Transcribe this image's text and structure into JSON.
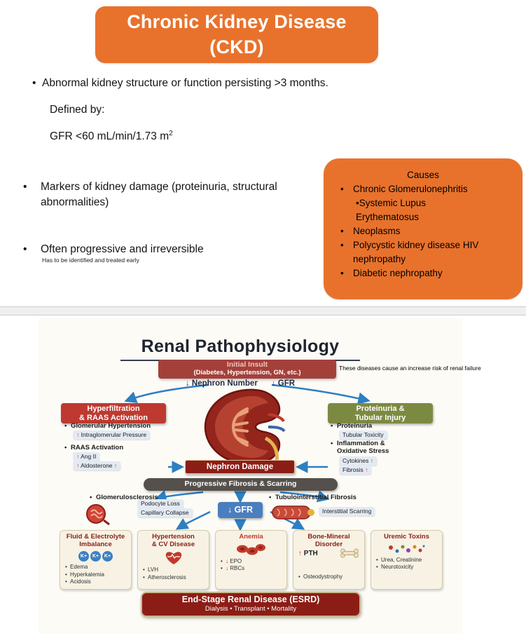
{
  "slide1": {
    "title": "Chronic Kidney Disease\n(CKD)",
    "bullet1": "Abnormal kidney structure or function persisting >3 months.",
    "defined_by": "Defined by:",
    "gfr_text": "GFR <60 mL/min/1.73 m",
    "gfr_sup": "2",
    "bullet2": "Markers of kidney damage (proteinuria, structural abnormalities)",
    "bullet3": "Often progressive and irreversible",
    "note": "Has to be identified and treated early",
    "causes": {
      "title": "Causes",
      "item1": "Chronic Glomerulonephritis",
      "item1_sub": "•Systemic Lupus\nErythematosus",
      "item2": "Neoplasms",
      "item3": "Polycystic kidney disease HIV\nnephropathy",
      "item4": "Diabetic nephropathy"
    }
  },
  "slide2": {
    "title": "Renal Pathophysiology",
    "annotation": "These diseases cause an increase risk of renal failure",
    "initial_l1": "Initial Insult",
    "initial_l2": "(Diabetes, Hypertension, GN, etc.)",
    "nephron_number": "↓ Nephron Number",
    "gfr_drop": "↓ GFR",
    "hyper_title": "Hyperfiltration\n& RAAS Activation",
    "hyper_item1": "Glomerular Hypertension",
    "hyper_sub1_arrow": "↑",
    "hyper_sub1_text": "Intraglomerular Pressure",
    "hyper_item2": "RAAS Activation",
    "hyper_sub2_arrow": "↑",
    "hyper_sub2_text": "Ang II",
    "hyper_sub3_arrow": "↑",
    "hyper_sub3_text": "Aldosterone",
    "hyper_sub3_arrow2": "↑",
    "prot_title": "Proteinuria &\nTubular Injury",
    "prot_item1": "Proteinuria",
    "prot_sub1_text": "Tubular Toxicity",
    "prot_item2": "Inflammation &\nOxidative Stress",
    "prot_sub2_text": "Cytokines",
    "prot_sub2_arrow": "↑",
    "prot_sub3_text": "Fibrosis",
    "prot_sub3_arrow": "↑",
    "nephron_damage": "Nephron Damage",
    "fibrosis_bar": "Progressive Fibrosis & Scarring",
    "glomerulo_title": "Glomerulosclerosis",
    "glomerulo_sub1": "Podocyte Loss",
    "glomerulo_sub2": "Capillary Collapse",
    "gfr_box": "↓ GFR",
    "tubulo_title": "Tubulointerstitial Fibrosis",
    "tubulo_sub1": "Interstitial Scarring",
    "box_fluid": {
      "title": "Fluid & Electrolyte\nImbalance",
      "k_label": "K+",
      "items": [
        "Edema",
        "Hyperkalemia",
        "Acidosis"
      ]
    },
    "box_htn": {
      "title": "Hypertension\n& CV Disease",
      "items": [
        "LVH",
        "Atherosclerosis"
      ]
    },
    "box_anemia": {
      "title": "Anemia",
      "item1_arrow": "↓",
      "item1_text": "EPO",
      "item2_arrow": "↓",
      "item2_text": "RBCs"
    },
    "box_bone": {
      "title": "Bone-Mineral\nDisorder",
      "pth_arrow": "↑",
      "pth_text": "PTH",
      "items": [
        "Osteodystrophy"
      ]
    },
    "box_toxins": {
      "title": "Uremic Toxins",
      "items": [
        "Urea, Creatinine",
        "Neurotoxicity"
      ]
    },
    "esrd_title": "End-Stage Renal Disease (ESRD)",
    "esrd_sub": "Dialysis • Transplant • Mortality"
  }
}
